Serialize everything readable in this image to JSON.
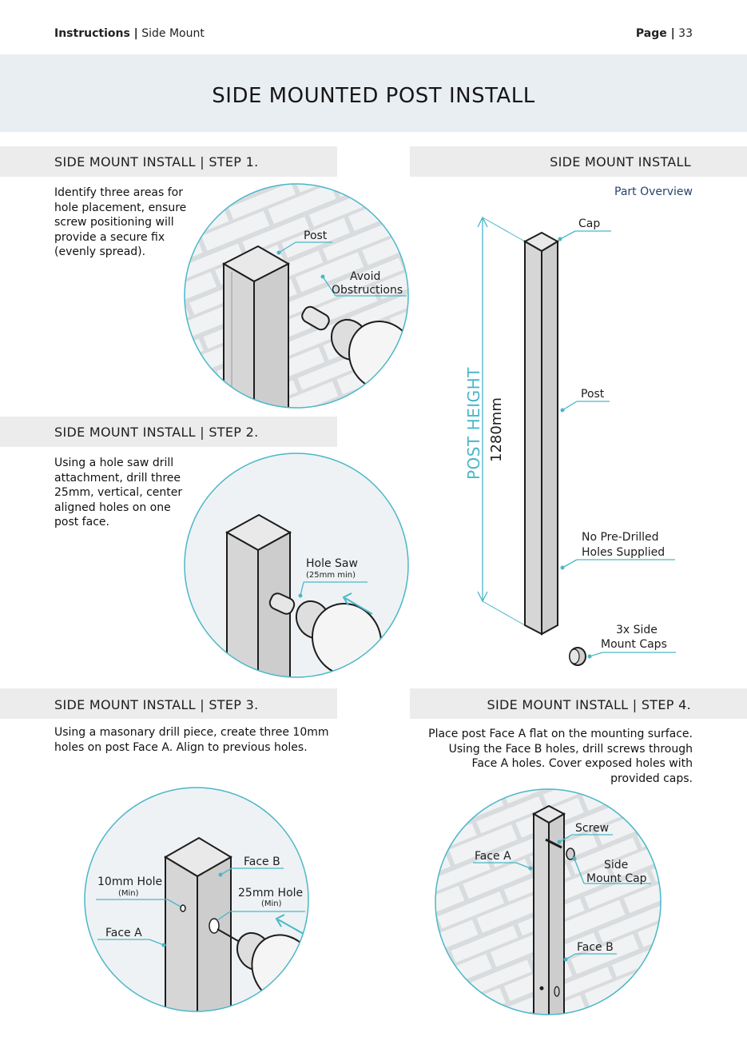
{
  "header": {
    "left_bold": "Instructions |",
    "left_normal": "Side Mount",
    "right_bold": "Page |",
    "right_normal": "33"
  },
  "title": "SIDE MOUNTED POST INSTALL",
  "step1": {
    "heading": "SIDE MOUNT INSTALL | STEP 1.",
    "lines": [
      "Identify three areas for",
      "hole placement, ensure",
      "screw positioning will",
      "provide a secure fix",
      "(evenly spread)."
    ],
    "labels": {
      "post": "Post",
      "avoid": "Avoid",
      "obstructions": "Obstructions"
    }
  },
  "step2": {
    "heading": "SIDE MOUNT INSTALL | STEP 2.",
    "lines": [
      "Using a hole saw drill",
      "attachment, drill three",
      "25mm, vertical, center",
      "aligned holes on one",
      "post face."
    ],
    "labels": {
      "hole_saw": "Hole Saw",
      "hole_saw_sub": "(25mm min)"
    }
  },
  "step3": {
    "heading": "SIDE MOUNT INSTALL | STEP 3.",
    "lines": [
      "Using a masonary drill piece, create three 10mm",
      "holes on post Face A. Align to previous holes."
    ],
    "labels": {
      "face_b": "Face B",
      "hole10": "10mm Hole",
      "hole10_sub": "(Min)",
      "hole25": "25mm Hole",
      "hole25_sub": "(Min)",
      "face_a": "Face A"
    }
  },
  "overview": {
    "heading": "SIDE MOUNT INSTALL",
    "subheading": "Part Overview",
    "post_height": "POST HEIGHT",
    "height_value": "1280mm",
    "labels": {
      "cap": "Cap",
      "post": "Post",
      "no_pre1": "No Pre-Drilled",
      "no_pre2": "Holes Supplied",
      "caps1": "3x Side",
      "caps2": "Mount Caps"
    }
  },
  "step4": {
    "heading": "SIDE MOUNT INSTALL | STEP 4.",
    "lines": [
      "Place post Face A flat on the mounting surface.",
      "Using the Face B holes, drill screws through",
      "Face A holes. Cover exposed holes with",
      "provided caps."
    ],
    "labels": {
      "screw": "Screw",
      "face_a": "Face A",
      "side": "Side",
      "mount_cap": "Mount Cap",
      "face_b": "Face B"
    }
  },
  "colors": {
    "accent": "#4ab7c8",
    "bar": "#ececec",
    "banner": "#e9eef3",
    "post_fill": "#d6d6d6",
    "circle_fill": "#f2f4f5"
  }
}
